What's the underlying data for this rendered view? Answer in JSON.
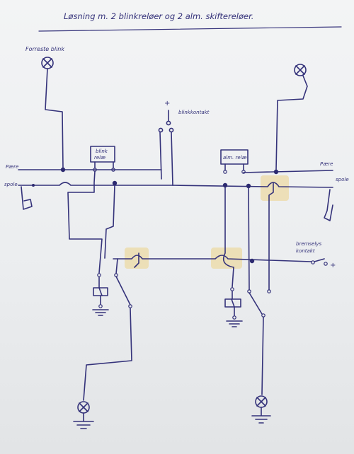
{
  "title": "Løsning m. 2 blinkreløer og 2 alm. skiftereløer.",
  "labels": {
    "front_blink": "Forreste blink",
    "blink_switch": "blinkkontakt",
    "plus_top": "+",
    "blink_relay": [
      "blink",
      "relæ"
    ],
    "alm_relay": "alm. relæ",
    "left_pære": "Pære",
    "left_spole": "spole",
    "right_pære": "Pære",
    "right_spole": "spole",
    "brake_switch": [
      "bremselys",
      "kontakt"
    ],
    "plus_right": "+"
  },
  "colors": {
    "ink": "#34327a",
    "highlight": "#ecd9a4",
    "paper": "#f3f4f5"
  }
}
